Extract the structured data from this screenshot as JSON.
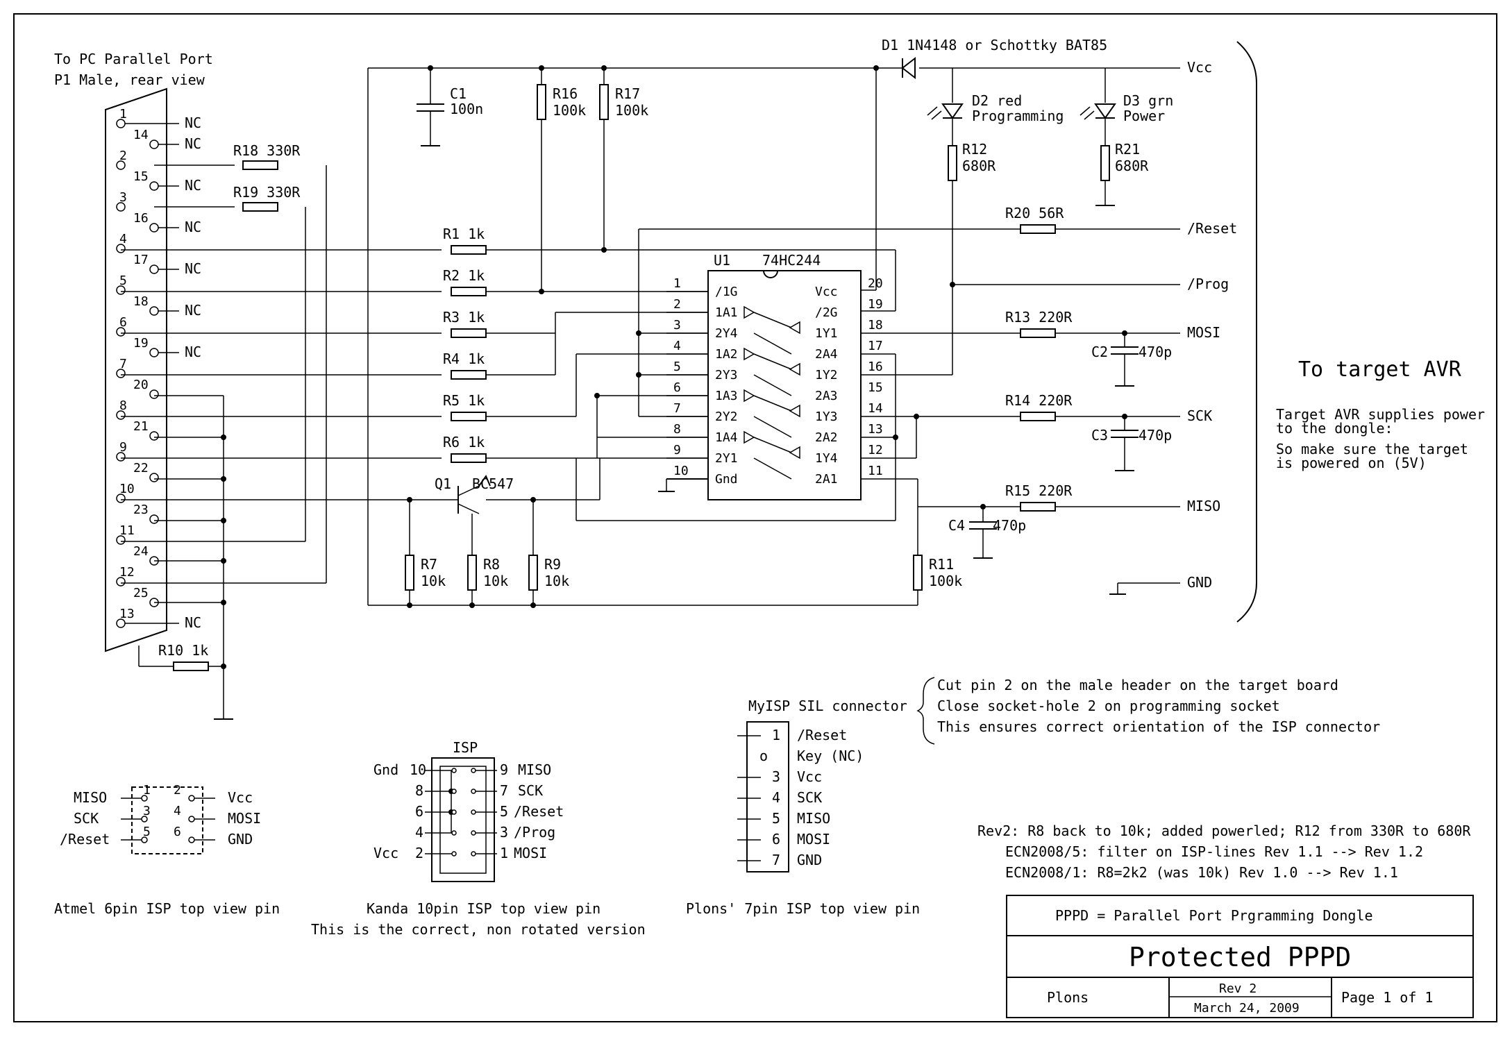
{
  "connector_p1": {
    "title_line1": "To PC Parallel Port",
    "title_line2": "P1 Male, rear view",
    "pins": [
      {
        "num": "1",
        "label": "NC"
      },
      {
        "num": "14",
        "label": "NC"
      },
      {
        "num": "2",
        "label": ""
      },
      {
        "num": "15",
        "label": "NC"
      },
      {
        "num": "3",
        "label": ""
      },
      {
        "num": "16",
        "label": "NC"
      },
      {
        "num": "4",
        "label": ""
      },
      {
        "num": "17",
        "label": "NC"
      },
      {
        "num": "5",
        "label": ""
      },
      {
        "num": "18",
        "label": "NC"
      },
      {
        "num": "6",
        "label": ""
      },
      {
        "num": "19",
        "label": "NC"
      },
      {
        "num": "7",
        "label": ""
      },
      {
        "num": "20",
        "label": ""
      },
      {
        "num": "8",
        "label": ""
      },
      {
        "num": "21",
        "label": ""
      },
      {
        "num": "9",
        "label": ""
      },
      {
        "num": "22",
        "label": ""
      },
      {
        "num": "10",
        "label": ""
      },
      {
        "num": "23",
        "label": ""
      },
      {
        "num": "11",
        "label": ""
      },
      {
        "num": "24",
        "label": ""
      },
      {
        "num": "12",
        "label": ""
      },
      {
        "num": "25",
        "label": ""
      },
      {
        "num": "13",
        "label": "NC"
      }
    ]
  },
  "resistors": {
    "r1": "R1  1k",
    "r2": "R2  1k",
    "r3": "R3  1k",
    "r4": "R4  1k",
    "r5": "R5  1k",
    "r6": "R6  1k",
    "r7_name": "R7",
    "r7_val": "10k",
    "r8_name": "R8",
    "r8_val": "10k",
    "r9_name": "R9",
    "r9_val": "10k",
    "r10": "R10  1k",
    "r11_name": "R11",
    "r11_val": "100k",
    "r12_name": "R12",
    "r12_val": "680R",
    "r13": "R13  220R",
    "r14": "R14  220R",
    "r15": "R15  220R",
    "r16_name": "R16",
    "r16_val": "100k",
    "r17_name": "R17",
    "r17_val": "100k",
    "r18": "R18  330R",
    "r19": "R19  330R",
    "r20": "R20  56R",
    "r21_name": "R21",
    "r21_val": "680R"
  },
  "capacitors": {
    "c1_name": "C1",
    "c1_val": "100n",
    "c2_name": "C2",
    "c2_val": "470p",
    "c3_name": "C3",
    "c3_val": "470p",
    "c4_name": "C4",
    "c4_val": "470p"
  },
  "diodes": {
    "d1": "D1   1N4148 or Schottky BAT85",
    "d2_l1": "D2 red",
    "d2_l2": "Programming",
    "d3_l1": "D3 grn",
    "d3_l2": "Power"
  },
  "transistor": {
    "name": "Q1",
    "type": "BC547"
  },
  "ic": {
    "name": "U1",
    "part": "74HC244",
    "left_pins": [
      {
        "num": "1",
        "label": "/1G"
      },
      {
        "num": "2",
        "label": "1A1"
      },
      {
        "num": "3",
        "label": "2Y4"
      },
      {
        "num": "4",
        "label": "1A2"
      },
      {
        "num": "5",
        "label": "2Y3"
      },
      {
        "num": "6",
        "label": "1A3"
      },
      {
        "num": "7",
        "label": "2Y2"
      },
      {
        "num": "8",
        "label": "1A4"
      },
      {
        "num": "9",
        "label": "2Y1"
      },
      {
        "num": "10",
        "label": "Gnd"
      }
    ],
    "right_pins": [
      {
        "num": "20",
        "label": "Vcc"
      },
      {
        "num": "19",
        "label": "/2G"
      },
      {
        "num": "18",
        "label": "1Y1"
      },
      {
        "num": "17",
        "label": "2A4"
      },
      {
        "num": "16",
        "label": "1Y2"
      },
      {
        "num": "15",
        "label": "2A3"
      },
      {
        "num": "14",
        "label": "1Y3"
      },
      {
        "num": "13",
        "label": "2A2"
      },
      {
        "num": "12",
        "label": "1Y4"
      },
      {
        "num": "11",
        "label": "2A1"
      }
    ]
  },
  "nets": {
    "vcc": "Vcc",
    "reset": "/Reset",
    "prog": "/Prog",
    "mosi": "MOSI",
    "sck": "SCK",
    "miso": "MISO",
    "gnd": "GND"
  },
  "target": {
    "heading": "To target AVR",
    "note1": "Target AVR supplies power",
    "note2": "to the dongle:",
    "note3": "So make sure the target",
    "note4": "is powered on (5V)"
  },
  "atmel6": {
    "caption": "Atmel 6pin ISP top view pin",
    "pin_nums": [
      "1",
      "2",
      "3",
      "4",
      "5",
      "6"
    ],
    "left_labels": [
      "MISO",
      "SCK",
      "/Reset"
    ],
    "right_labels": [
      "Vcc",
      "MOSI",
      "GND"
    ]
  },
  "kanda10": {
    "title": "ISP",
    "caption1": "Kanda 10pin ISP top view pin",
    "caption2": "This is the correct, non rotated version",
    "left": [
      {
        "label": "Gnd",
        "num": "10"
      },
      {
        "label": "",
        "num": "8"
      },
      {
        "label": "",
        "num": "6"
      },
      {
        "label": "",
        "num": "4"
      },
      {
        "label": "Vcc",
        "num": "2"
      }
    ],
    "right": [
      {
        "num": "9",
        "label": "MISO"
      },
      {
        "num": "7",
        "label": "SCK"
      },
      {
        "num": "5",
        "label": "/Reset"
      },
      {
        "num": "3",
        "label": "/Prog"
      },
      {
        "num": "1",
        "label": "MOSI"
      }
    ]
  },
  "myisp": {
    "title": "MyISP SIL connector",
    "caption": "Plons' 7pin ISP top view pin",
    "pins": [
      {
        "num": "1",
        "label": "/Reset"
      },
      {
        "num": "o",
        "label": "Key (NC)"
      },
      {
        "num": "3",
        "label": "Vcc"
      },
      {
        "num": "4",
        "label": "SCK"
      },
      {
        "num": "5",
        "label": "MISO"
      },
      {
        "num": "6",
        "label": "MOSI"
      },
      {
        "num": "7",
        "label": "GND"
      }
    ],
    "notes": [
      "Cut pin 2 on the male header on the target board",
      "Close socket-hole 2 on programming socket",
      "This ensures correct orientation of the ISP connector"
    ]
  },
  "revisions": [
    "Rev2: R8 back to 10k; added powerled; R12 from 330R to 680R",
    "ECN2008/5: filter on ISP-lines Rev 1.1 --> Rev 1.2",
    "ECN2008/1: R8=2k2 (was 10k) Rev 1.0 --> Rev 1.1"
  ],
  "title_block": {
    "subtitle": "PPPD = Parallel Port Prgramming Dongle",
    "title": "Protected PPPD",
    "author": "Plons",
    "rev": "Rev 2",
    "date": "March 24, 2009",
    "page": "Page 1 of 1"
  }
}
